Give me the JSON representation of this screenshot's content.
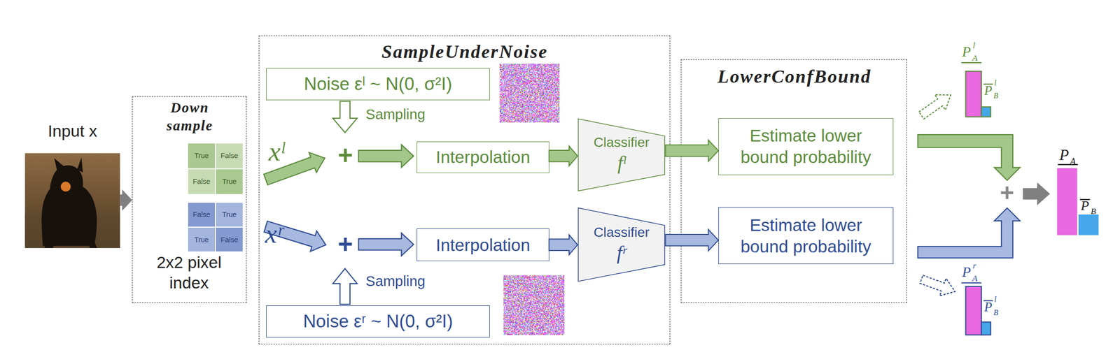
{
  "diagram": {
    "nodes": [
      {
        "text": [
          "Input x"
        ]
      },
      {
        "text": [
          "Down sample",
          "2x2 pixel index"
        ]
      },
      {
        "text": [
          "True"
        ],
        "in": 1
      },
      {
        "text": [
          "False"
        ],
        "in": 1
      },
      {
        "text": [
          "False"
        ],
        "in": 1
      },
      {
        "text": [
          "True"
        ],
        "in": 1
      },
      {
        "text": [
          "False"
        ],
        "in": 1
      },
      {
        "text": [
          "True"
        ],
        "in": 1
      },
      {
        "text": [
          "True"
        ],
        "in": 1
      },
      {
        "text": [
          "False"
        ],
        "in": 1
      },
      {
        "text": [
          "SampleUnderNoise"
        ]
      },
      {
        "text": [
          "Noise εˡ ~ N(0, σ²I)"
        ],
        "in": 10
      },
      {
        "text": [
          "Interpolation"
        ],
        "in": 10
      },
      {
        "text": [
          "Classifier",
          "fˡ"
        ],
        "in": 10
      },
      {
        "text": [
          "Interpolation"
        ],
        "in": 10
      },
      {
        "text": [
          "Classifier",
          "fʳ"
        ],
        "in": 10
      },
      {
        "text": [
          "Noise εʳ ~ N(0, σ²I)"
        ],
        "in": 10
      },
      {
        "text": [
          "LowerConfBound"
        ]
      },
      {
        "text": [
          "Estimate lower bound probability"
        ],
        "in": 17
      },
      {
        "text": [
          "Estimate lower bound probability"
        ],
        "in": 17
      }
    ],
    "edges": [
      {
        "from": 0,
        "to": 1,
        "arrow": "to"
      },
      {
        "from": 12,
        "to": 13,
        "arrow": "to"
      },
      {
        "from": 13,
        "to": 18,
        "arrow": "to"
      },
      {
        "from": 14,
        "to": 15,
        "arrow": "to"
      },
      {
        "from": 15,
        "to": 19,
        "arrow": "to"
      }
    ],
    "labels": [
      "xˡ",
      "+",
      "Sampling",
      "xʳ",
      "+",
      "Sampling",
      "P",
      "A",
      "l",
      "P",
      "B",
      "l",
      "+",
      "P",
      "A",
      "P",
      "B",
      "P",
      "A",
      "r",
      "P",
      "B",
      "l"
    ]
  }
}
